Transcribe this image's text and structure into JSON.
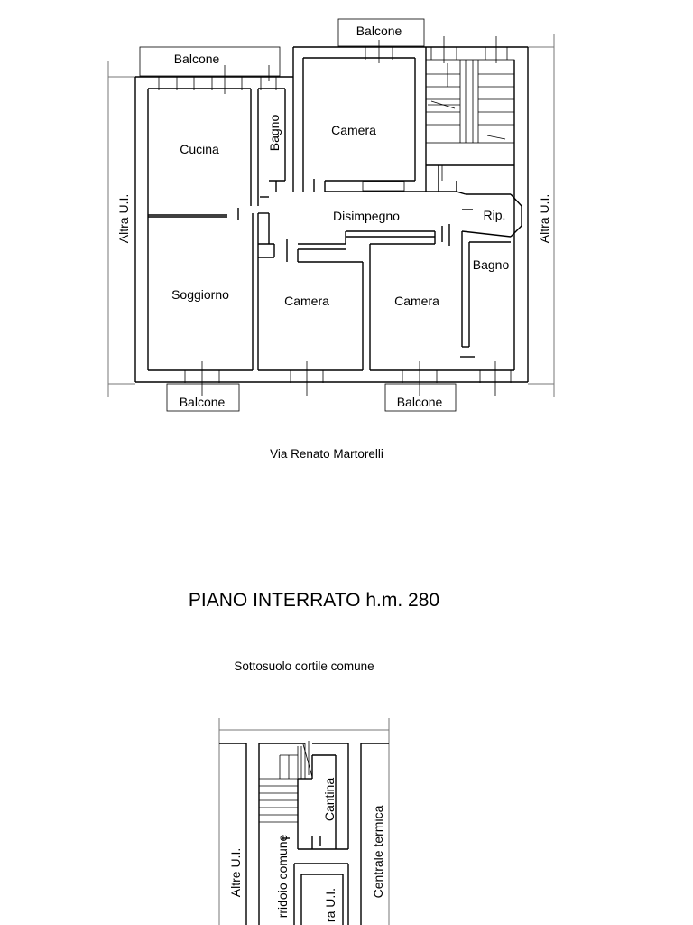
{
  "upper_plan": {
    "rooms": {
      "balcone_top_left": "Balcone",
      "balcone_top_center": "Balcone",
      "cucina": "Cucina",
      "bagno_left": "Bagno",
      "camera_top": "Camera",
      "disimpegno": "Disimpegno",
      "ripostiglio": "Rip.",
      "bagno_right": "Bagno",
      "soggiorno": "Soggiorno",
      "camera_bottom_left": "Camera",
      "camera_bottom_right": "Camera",
      "balcone_bottom_left": "Balcone",
      "balcone_bottom_right": "Balcone"
    },
    "neighbor_left": "Altra U.I.",
    "neighbor_right": "Altra U.I.",
    "street": "Via Renato Martorelli"
  },
  "basement_plan": {
    "title": "PIANO  INTERRATO  h.m. 280",
    "courtyard": "Sottosuolo cortile comune",
    "neighbor_left": "Altre U.I.",
    "corridor": "rridoio comune",
    "cantina": "Cantina",
    "centrale": "Centrale termica",
    "other_unit": "ra U.I."
  }
}
